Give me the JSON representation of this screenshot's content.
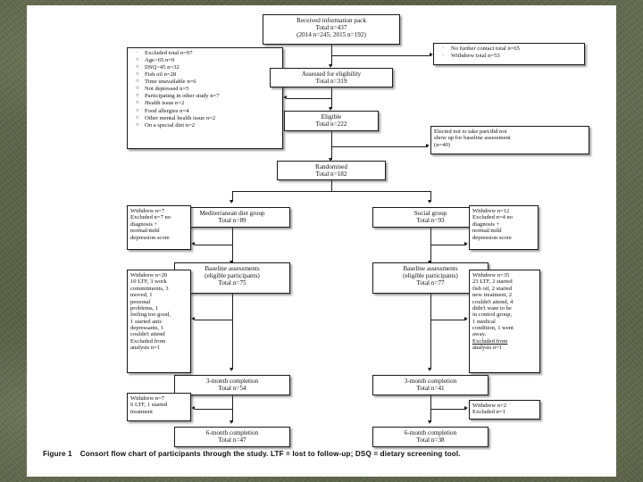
{
  "figure": {
    "caption_label": "Figure 1",
    "caption_text": "Consort flow chart of participants through the study. LTF = lost to follow-up; DSQ = dietary screening tool."
  },
  "nodes": {
    "received": {
      "line1": "Received information pack",
      "line2": "Total n=437",
      "line3": "(2014 n=245; 2015 n=192)"
    },
    "assessed": {
      "line1": "Assessed for eligibility",
      "line2": "Total n=319"
    },
    "eligible": {
      "line1": "Eligible",
      "line2": "Total n=222"
    },
    "randomised": {
      "line1": "Randomised",
      "line2": "Total n=182"
    },
    "med_group": {
      "line1": "Mediterranean diet group",
      "line2": "Total n=89"
    },
    "social_group": {
      "line1": "Social group",
      "line2": "Total n=93"
    },
    "baseline_left": {
      "line1": "Baseline assessments",
      "line2": "(eligible participants)",
      "line3": "Total n=75"
    },
    "baseline_right": {
      "line1": "Baseline assessments",
      "line2": "(eligible participants)",
      "line3": "Total n=77"
    },
    "three_month_left": {
      "line1": "3-month completion",
      "line2": "Total n=54"
    },
    "three_month_right": {
      "line1": "3-month completion",
      "line2": "Total n=41"
    },
    "six_month_left": {
      "line1": "6-month completion",
      "line2": "Total n=47"
    },
    "six_month_right": {
      "line1": "6-month completion",
      "line2": "Total n=38"
    }
  },
  "excluded_box": {
    "items": [
      {
        "marker": "·",
        "text": "Excluded total n=97"
      },
      {
        "marker": "○",
        "text": "Age>65 n=9"
      },
      {
        "marker": "○",
        "text": "DSQ>45 n=32"
      },
      {
        "marker": "○",
        "text": "Fish oil n=28"
      },
      {
        "marker": "○",
        "text": "Time unavailable n=6"
      },
      {
        "marker": "○",
        "text": "Not depressed n=5"
      },
      {
        "marker": "○",
        "text": "Participating in other study n=7"
      },
      {
        "marker": "○",
        "text": "Health issue n=2"
      },
      {
        "marker": "○",
        "text": "Food allergies n=4"
      },
      {
        "marker": "○",
        "text": "Other mental health issue n=2"
      },
      {
        "marker": "○",
        "text": "On a special diet n=2"
      }
    ]
  },
  "no_contact_box": {
    "items": [
      {
        "marker": "·",
        "text": "No further contact total n=65"
      },
      {
        "marker": "·",
        "text": "Withdrew total n=53"
      }
    ]
  },
  "elected_box": {
    "line1": "Elected not to take part/did not",
    "line2": "show up for baseline assessment",
    "line3": "(n=40)"
  },
  "withdrew_left_1": {
    "line1": "Withdrew n=7",
    "line2": "Excluded n=7 no",
    "line3": "diagnosis +",
    "line4": "normal/mild",
    "line5": "depression score"
  },
  "withdrew_right_1": {
    "line1": "Withdrew n=12",
    "line2": "Excluded n=4 no",
    "line3": "diagnosis +",
    "line4": "normal/mild",
    "line5": "depression score"
  },
  "withdrew_left_2": {
    "line1": "Withdrew n=20",
    "line2": "10 LTF, 3 work",
    "line3": "commitments, 3",
    "line4": "moved, 1",
    "line5": "personal",
    "line6": "problems, 1",
    "line7": "feeling too good,",
    "line8": "1 started anti-",
    "line9": "depressants, 1",
    "line10": "couldn't attend",
    "line11": "Excluded from",
    "line12": "analysis n=1"
  },
  "withdrew_right_2": {
    "line1": "Withdrew n=35",
    "line2": "23 LTF, 2 started",
    "line3": "fish oil, 2 started",
    "line4": "new treatment, 2",
    "line5": "couldn't attend, 4",
    "line6": "didn't want to be",
    "line7": "in control group,",
    "line8": "1 medical",
    "line9": "condition, 1 went",
    "line10": "away.",
    "line11": "Excluded from",
    "line12": "analysis n=1"
  },
  "withdrew_left_3": {
    "line1": "Withdrew n=7",
    "line2": "6 LTF, 1 started",
    "line3": "treatment"
  },
  "withdrew_right_3": {
    "line1": "Withdrew n=2",
    "line2": "Excluded n=1"
  }
}
